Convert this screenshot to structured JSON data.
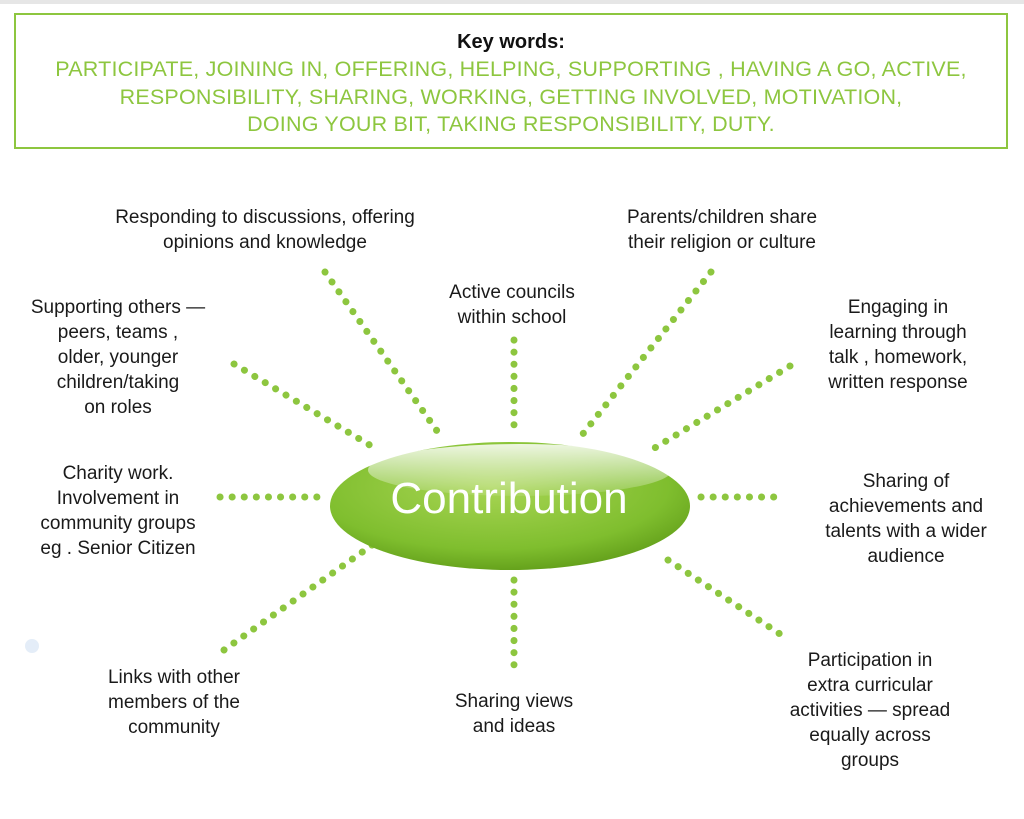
{
  "key_words": {
    "title": "Key words:",
    "lines": [
      "PARTICIPATE, JOINING IN, OFFERING, HELPING, SUPPORTING , HAVING A GO, ACTIVE,",
      "RESPONSIBILITY, SHARING, WORKING, GETTING INVOLVED, MOTIVATION,",
      "DOING YOUR BIT, TAKING RESPONSIBILITY, DUTY."
    ]
  },
  "center": {
    "label": "Contribution"
  },
  "branches": {
    "discussions": [
      "Responding to discussions, offering",
      "opinions and knowledge"
    ],
    "councils": [
      "Active councils",
      "within school"
    ],
    "religion": [
      "Parents/children share",
      "their religion or culture"
    ],
    "supporting": [
      "Supporting others —",
      "peers, teams ,",
      "older, younger",
      "children/taking",
      "on roles"
    ],
    "engaging": [
      "Engaging in",
      "learning through",
      "talk , homework,",
      "written response"
    ],
    "charity": [
      "Charity work.",
      "Involvement in",
      "community groups",
      "eg . Senior Citizen"
    ],
    "achievements": [
      "Sharing of",
      "achievements and",
      "talents with a wider",
      "audience"
    ],
    "links": [
      "Links with other",
      "members of the",
      "community"
    ],
    "views": [
      "Sharing views",
      "and ideas"
    ],
    "extracurricular": [
      "Participation in",
      "extra curricular",
      "activities — spread",
      "equally across",
      "groups"
    ]
  },
  "colors": {
    "accent": "#8dc63f",
    "ellipse_dark": "#6aa51d",
    "ellipse_light": "#a8d554"
  }
}
